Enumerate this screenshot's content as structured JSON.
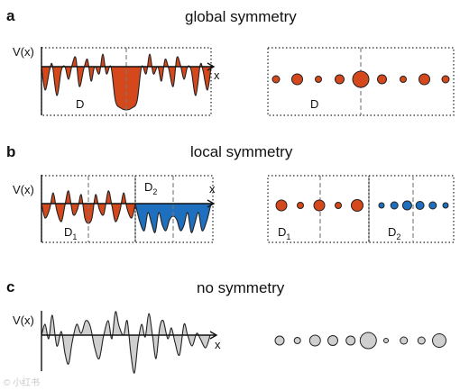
{
  "colors": {
    "orange": "#d4481c",
    "blue": "#1f6fbf",
    "gray": "#cfcfcf",
    "outline": "#222222",
    "dash": "#777777"
  },
  "panels": {
    "a": {
      "letter": "a",
      "title": "global symmetry",
      "ylabel": "V(x)",
      "xlabel": "x",
      "domain": "D",
      "domain2": "D"
    },
    "b": {
      "letter": "b",
      "title": "local symmetry",
      "ylabel": "V(x)",
      "xlabel": "x",
      "d1_main": "D",
      "d1_sub": "1",
      "d2_main": "D",
      "d2_sub": "2",
      "d1r_main": "D",
      "d1r_sub": "1",
      "d2r_main": "D",
      "d2r_sub": "2"
    },
    "c": {
      "letter": "c",
      "title": "no symmetry",
      "ylabel": "V(x)",
      "xlabel": "x"
    }
  },
  "atom_chains": {
    "a": {
      "sizes": [
        4,
        6,
        3.5,
        5,
        9,
        5,
        3.5,
        6,
        4
      ],
      "color_key": "orange",
      "symmetric": true
    },
    "b_left": {
      "sizes": [
        6,
        3.5,
        6,
        3.5,
        6.5
      ],
      "color_key": "orange"
    },
    "b_right": {
      "sizes": [
        3,
        4,
        5,
        4.5,
        4,
        3
      ],
      "color_key": "blue"
    },
    "c": {
      "sizes": [
        5,
        3.5,
        6,
        5.5,
        5,
        9,
        2.5,
        4,
        4,
        7.5
      ],
      "color_key": "gray"
    }
  },
  "watermark": "© 小红书"
}
